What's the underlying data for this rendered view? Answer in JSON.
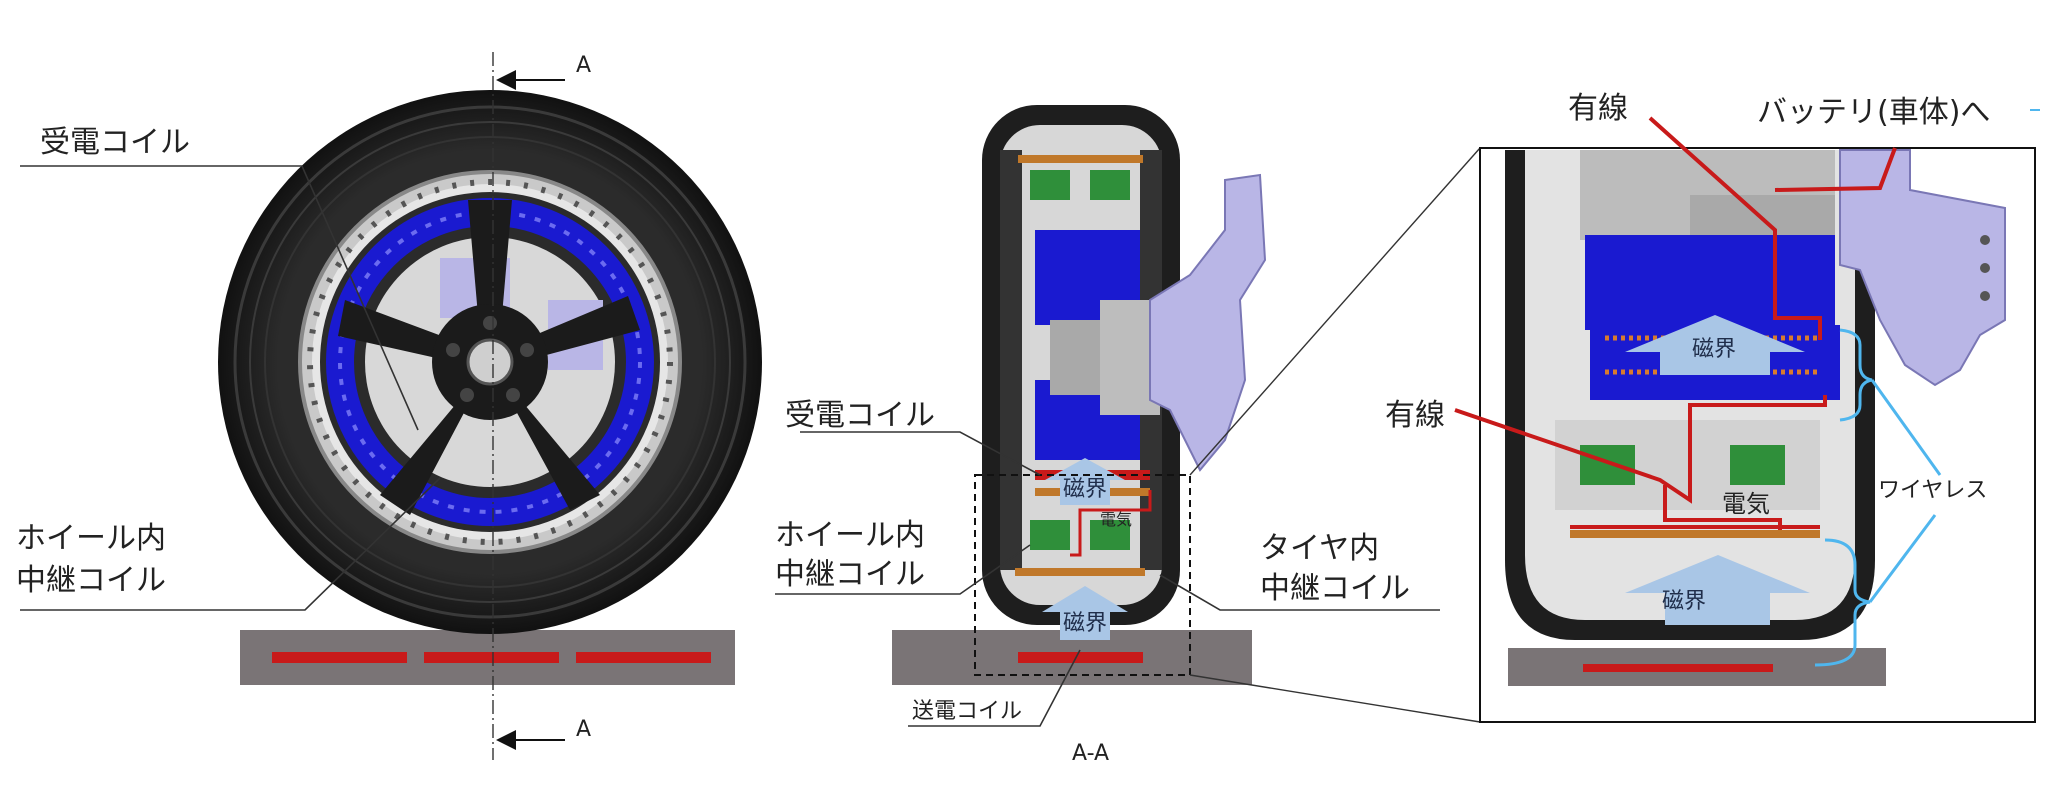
{
  "labels": {
    "section_a_top": "A",
    "section_a_bottom": "A",
    "receiving_coil_left": "受電コイル",
    "wheel_relay_left_1": "ホイール内",
    "wheel_relay_left_2": "中継コイル",
    "receiving_coil_mid": "受電コイル",
    "wheel_relay_mid_1": "ホイール内",
    "wheel_relay_mid_2": "中継コイル",
    "tire_relay_1": "タイヤ内",
    "tire_relay_2": "中継コイル",
    "transmit_coil": "送電コイル",
    "section_aa": "A-A",
    "magnetic_field_mid_upper": "磁界",
    "magnetic_field_mid_lower": "磁界",
    "electric_mid": "電気",
    "wired_top": "有線",
    "battery": "バッテリ(車体)へ",
    "wired_mid": "有線",
    "wireless": "ワイヤレス",
    "magnetic_field_right_upper": "磁界",
    "electric_right": "電気",
    "magnetic_field_right_lower": "磁界"
  },
  "colors": {
    "coil_red": "#c81a1a",
    "ground_gray": "#7a7476",
    "tire_black": "#1e1e1e",
    "motor_blue": "#1a1ad0",
    "bracket_lavender": "#b9b6e6",
    "arrow_blue": "#a9c6e6",
    "wireless_cyan": "#4fb6ee",
    "pcb_green": "#2f8f3a"
  }
}
